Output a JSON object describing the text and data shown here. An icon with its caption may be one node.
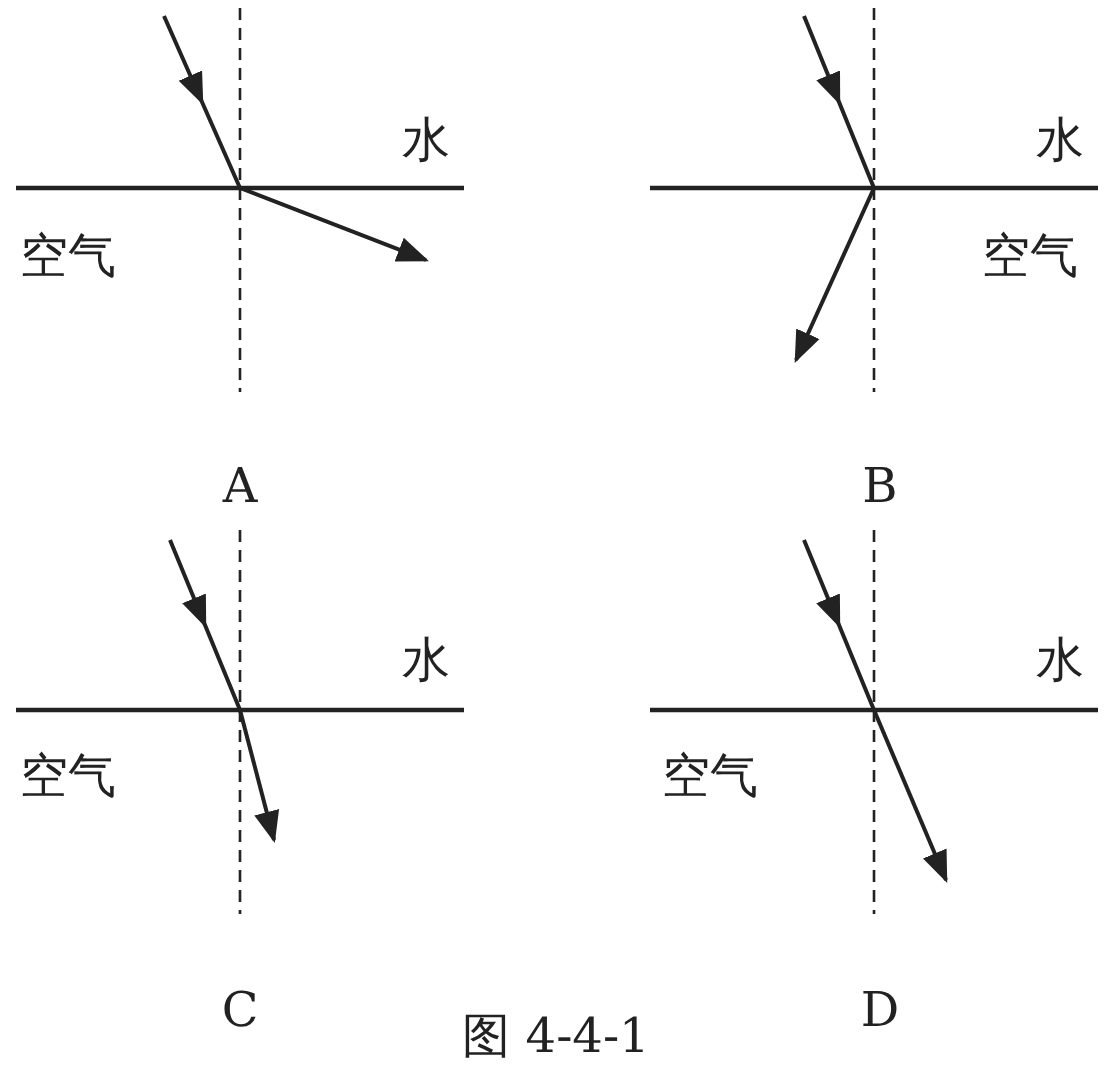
{
  "diagram": {
    "caption": "图 4-4-1",
    "labels": [
      "水",
      "空气",
      "A",
      "水",
      "空气",
      "B",
      "水",
      "空气",
      "C",
      "水",
      "空气",
      "D"
    ]
  }
}
